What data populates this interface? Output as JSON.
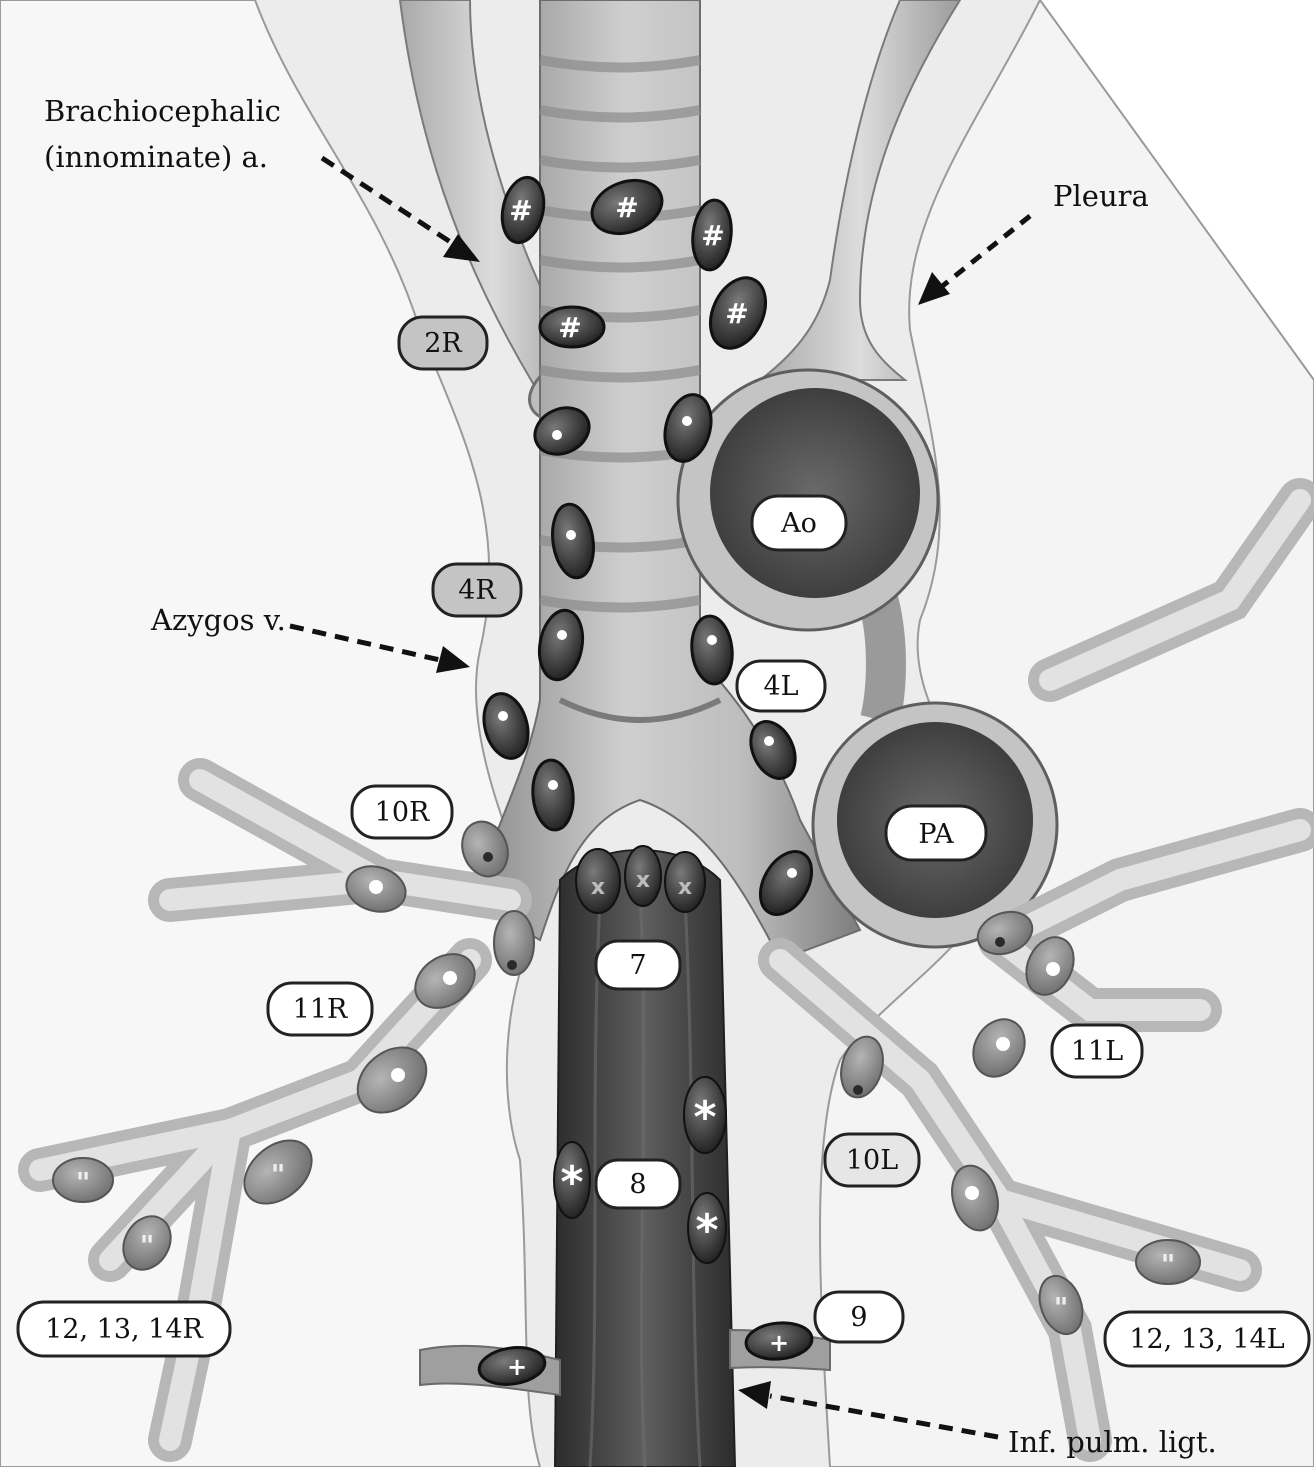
{
  "annotations": {
    "brachiocephalic_line1": "Brachiocephalic",
    "brachiocephalic_line2": "(innominate) a.",
    "pleura": "Pleura",
    "azygos": "Azygos v.",
    "inf_pulm_ligt": "Inf. pulm. ligt."
  },
  "station_labels": {
    "s2R": "2R",
    "s4R": "4R",
    "s4L": "4L",
    "s7": "7",
    "s8": "8",
    "s9": "9",
    "s10R": "10R",
    "s10L": "10L",
    "s11R": "11R",
    "s11L": "11L",
    "s12_14R": "12, 13, 14R",
    "s12_14L": "12, 13, 14L"
  },
  "structure_labels": {
    "aorta": "Ao",
    "pulmonary_artery": "PA"
  },
  "node_markers": {
    "hash": "#",
    "subcarinal": "x",
    "paraesophageal": "*",
    "pulmonary_ligament": "+",
    "peripheral": "\""
  },
  "colors": {
    "node_dark": "#2e2e2e",
    "node_light": "#8e8e8e",
    "vessel": "#cfcfcf",
    "pleura": "#f2f2f2",
    "esophagus": "#4a4a4a"
  }
}
